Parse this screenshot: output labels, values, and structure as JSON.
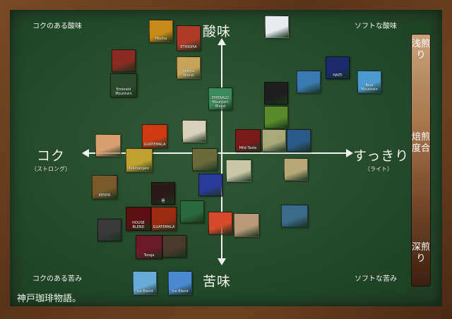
{
  "axes": {
    "top": "酸味",
    "bottom": "苦味",
    "left": "コク",
    "left_sub": "（ストロング）",
    "right": "すっきり",
    "right_sub": "（ライト）"
  },
  "corners": {
    "top_left": "コクのある酸味",
    "top_right": "ソフトな酸味",
    "bottom_left": "コクのある苦み",
    "bottom_right": "ソフトな苦み"
  },
  "roast": {
    "light": "浅煎り",
    "medium": "焙煎度合",
    "dark": "深煎り"
  },
  "brand": "神戸珈琲物語。",
  "packages": [
    {
      "id": "mocha-arabian",
      "label": "Mocha",
      "color": "#c98a1a"
    },
    {
      "id": "ethiopia",
      "label": "ETHIOPIA",
      "color": "#b03a28"
    },
    {
      "id": "mocha-blend",
      "label": "Mocha Blend",
      "color": "#c7a45a"
    },
    {
      "id": "yemen",
      "label": "",
      "color": "#8a2a20"
    },
    {
      "id": "emerald-mountain",
      "label": "Emerald Mountain",
      "color": "#2c4a2e"
    },
    {
      "id": "emerald-mountain-blend",
      "label": "EMERALD Mountain Blend",
      "color": "#3a8a5a"
    },
    {
      "id": "kobe-blend",
      "label": "",
      "color": "#e8ecef"
    },
    {
      "id": "haiti",
      "label": "HAITI",
      "color": "#1a2a6a"
    },
    {
      "id": "tropical",
      "label": "",
      "color": "#3a7ab0"
    },
    {
      "id": "blue-mountain",
      "label": "Blue Mountain",
      "color": "#4a9ad0"
    },
    {
      "id": "dark-label",
      "label": "",
      "color": "#1e1e1e"
    },
    {
      "id": "green-bird",
      "label": "",
      "color": "#5a8a2a"
    },
    {
      "id": "guatemala",
      "label": "GUATEMALA",
      "color": "#d03a10"
    },
    {
      "id": "colombia",
      "label": "",
      "color": "#d8d0b8"
    },
    {
      "id": "mild-taste",
      "label": "Mild Taste",
      "color": "#7a1a1a"
    },
    {
      "id": "goddess",
      "label": "",
      "color": "#a8a878"
    },
    {
      "id": "green-hills",
      "label": "",
      "color": "#2a5a8a"
    },
    {
      "id": "floral",
      "label": "",
      "color": "#d8a070"
    },
    {
      "id": "kilimanjaro",
      "label": "Kilimanjaro",
      "color": "#c0a030"
    },
    {
      "id": "red-bus",
      "label": "",
      "color": "#6a6a3a"
    },
    {
      "id": "light-blend",
      "label": "",
      "color": "#c8c8a8"
    },
    {
      "id": "kobe-ijinkan",
      "label": "",
      "color": "#b8a878"
    },
    {
      "id": "blue-brazil",
      "label": "",
      "color": "#2a3a9a"
    },
    {
      "id": "kenya",
      "label": "KENYA",
      "color": "#7a5a2a"
    },
    {
      "id": "kiwami",
      "label": "極",
      "color": "#2a1a1a"
    },
    {
      "id": "red-truck",
      "label": "",
      "color": "#2a6a3a"
    },
    {
      "id": "mandheling",
      "label": "",
      "color": "#3a3a3a"
    },
    {
      "id": "house-blend",
      "label": "HOUSE BLEND",
      "color": "#5a1010"
    },
    {
      "id": "guatemala-dark",
      "label": "GUATEMALA",
      "color": "#9a2a10"
    },
    {
      "id": "italia",
      "label": "",
      "color": "#d84a2a"
    },
    {
      "id": "harbor",
      "label": "",
      "color": "#b89a78"
    },
    {
      "id": "port-view",
      "label": "",
      "color": "#3a6a8a"
    },
    {
      "id": "toraja",
      "label": "Toraja",
      "color": "#6a1a2a"
    },
    {
      "id": "sumatra",
      "label": "",
      "color": "#4a3a2a"
    },
    {
      "id": "ice-blend-bear",
      "label": "Ice Blend",
      "color": "#6aaad8"
    },
    {
      "id": "ice-blend-penguin",
      "label": "Ice Blend",
      "color": "#4a8ad0"
    }
  ]
}
